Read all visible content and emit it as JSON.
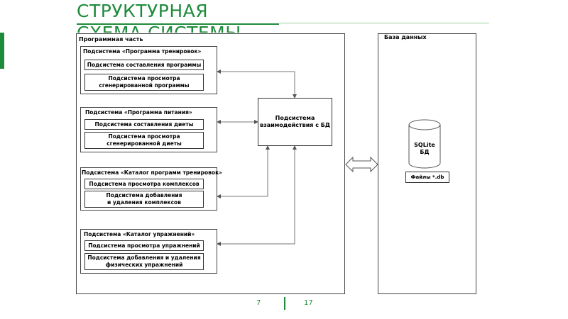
{
  "slide": {
    "title_line1": "СТРУКТУРНАЯ",
    "title_line2": "СХЕМА СИСТЕМЫ",
    "page_current": "7",
    "page_total": "17"
  },
  "program_panel": {
    "title": "Программная часть",
    "groups": [
      {
        "title": "Подсистема «Программа тренировок»",
        "items": [
          "Подсистема составления программы",
          "Подсистема просмотра\nсгенерированной программы"
        ]
      },
      {
        "title": "Подсистема «Программа питания»",
        "items": [
          "Подсистема составления диеты",
          "Подсистема просмотра\nсгенерированной диеты"
        ]
      },
      {
        "title": "Подсистема «Каталог программ тренировок»",
        "items": [
          "Подсистема просмотра комплексов",
          "Подсистема добавления\nи удаления комплексов"
        ]
      },
      {
        "title": "Подсистема «Каталог упражнений»",
        "items": [
          "Подсистема просмотра упражнений",
          "Подсистема добавления и удаления\nфизических упражнений"
        ]
      }
    ],
    "interaction": "Подсистема\nвзаимодействия с БД"
  },
  "database_panel": {
    "title": "База данных",
    "db_label": "SQLite БД",
    "files_label": "Файлы *.db"
  }
}
